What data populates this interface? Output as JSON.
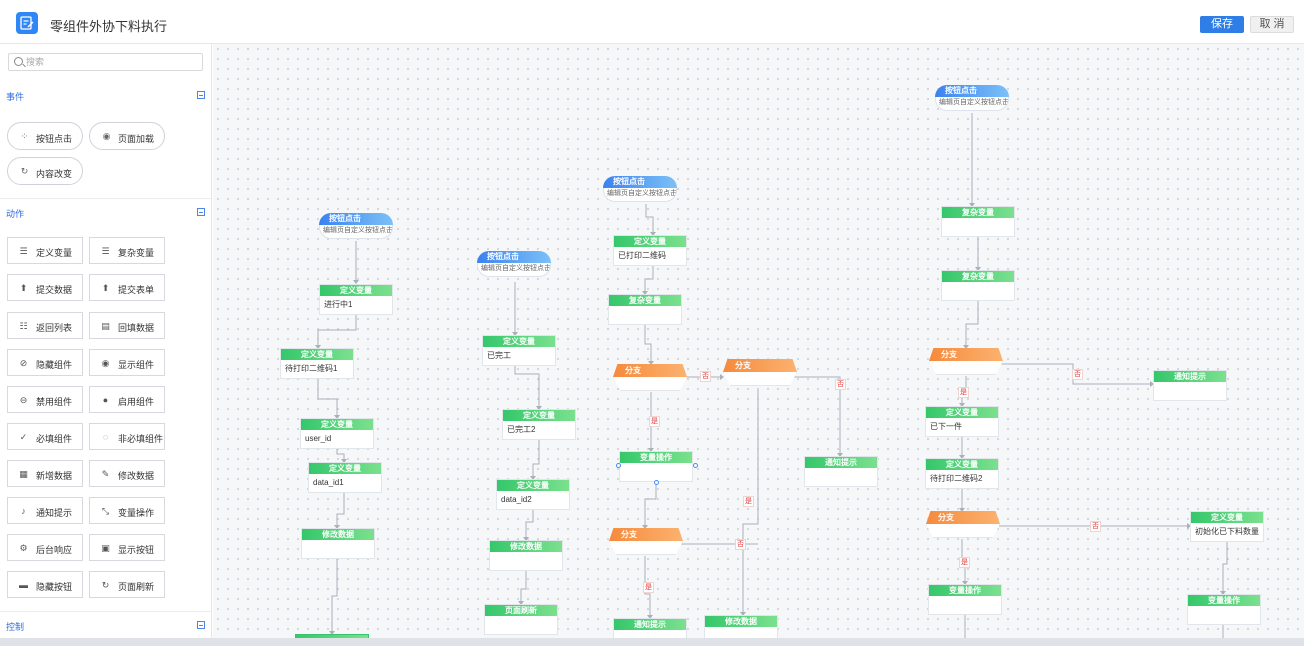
{
  "header": {
    "title": "零组件外协下料执行",
    "save_label": "保存",
    "cancel_label": "取 消",
    "accent": "#2f7ee8"
  },
  "sidebar": {
    "search_placeholder": "搜索",
    "sections": {
      "events": "事件",
      "actions": "动作",
      "control": "控制"
    },
    "event_items": [
      {
        "label": "按钮点击",
        "icon": "pointer-click-icon"
      },
      {
        "label": "页面加载",
        "icon": "page-load-icon"
      },
      {
        "label": "内容改变",
        "icon": "content-change-icon"
      }
    ],
    "action_items": [
      {
        "label": "定义变量",
        "icon": "list-icon"
      },
      {
        "label": "复杂变量",
        "icon": "list-icon"
      },
      {
        "label": "提交数据",
        "icon": "upload-icon"
      },
      {
        "label": "提交表单",
        "icon": "upload-icon"
      },
      {
        "label": "返回列表",
        "icon": "list-return-icon"
      },
      {
        "label": "回填数据",
        "icon": "form-fill-icon"
      },
      {
        "label": "隐藏组件",
        "icon": "eye-off-icon"
      },
      {
        "label": "显示组件",
        "icon": "eye-icon"
      },
      {
        "label": "禁用组件",
        "icon": "disable-icon"
      },
      {
        "label": "启用组件",
        "icon": "enable-icon"
      },
      {
        "label": "必填组件",
        "icon": "required-icon"
      },
      {
        "label": "非必填组件",
        "icon": "optional-icon"
      },
      {
        "label": "新增数据",
        "icon": "add-data-icon"
      },
      {
        "label": "修改数据",
        "icon": "edit-icon"
      },
      {
        "label": "通知提示",
        "icon": "bell-icon"
      },
      {
        "label": "变量操作",
        "icon": "variable-icon"
      },
      {
        "label": "后台响应",
        "icon": "server-icon"
      },
      {
        "label": "显示按钮",
        "icon": "show-button-icon"
      },
      {
        "label": "隐藏按钮",
        "icon": "hide-button-icon"
      },
      {
        "label": "页面刷新",
        "icon": "refresh-icon"
      }
    ]
  },
  "flow": {
    "event_title": "按钮点击",
    "event_desc": "编辑页自定义按钮点击",
    "branch_title": "分支",
    "yes": "是",
    "no": "否",
    "nodes": {
      "c1n1_t": "定义变量",
      "c1n1_b": "进行中1",
      "c1n2_t": "定义变量",
      "c1n2_b": "待打印二维码1",
      "c1n3_t": "定义变量",
      "c1n3_b": "user_id",
      "c1n4_t": "定义变量",
      "c1n4_b": "data_id1",
      "c1n5_t": "修改数据",
      "c2n1_t": "定义变量",
      "c2n1_b": "已完工",
      "c2n2_t": "定义变量",
      "c2n2_b": "已完工2",
      "c2n3_t": "定义变量",
      "c2n3_b": "data_id2",
      "c2n4_t": "修改数据",
      "c2n5_t": "页面刷新",
      "c3n1_t": "定义变量",
      "c3n1_b": "已打印二维码",
      "c3n2_t": "复杂变量",
      "c3n3_t": "变量操作",
      "c3n4_t": "通知提示",
      "c3n5_t": "修改数据",
      "c3n6_t": "通知提示",
      "c4n1_t": "复杂变量",
      "c4n2_t": "复杂变量",
      "c4n3_t": "定义变量",
      "c4n3_b": "已下一件",
      "c4n4_t": "定义变量",
      "c4n4_b": "待打印二维码2",
      "c4n5_t": "变量操作",
      "c4n6_t": "通知提示",
      "c4n7_t": "定义变量",
      "c4n7_b": "初始化已下料数量",
      "c4n8_t": "变量操作"
    }
  }
}
